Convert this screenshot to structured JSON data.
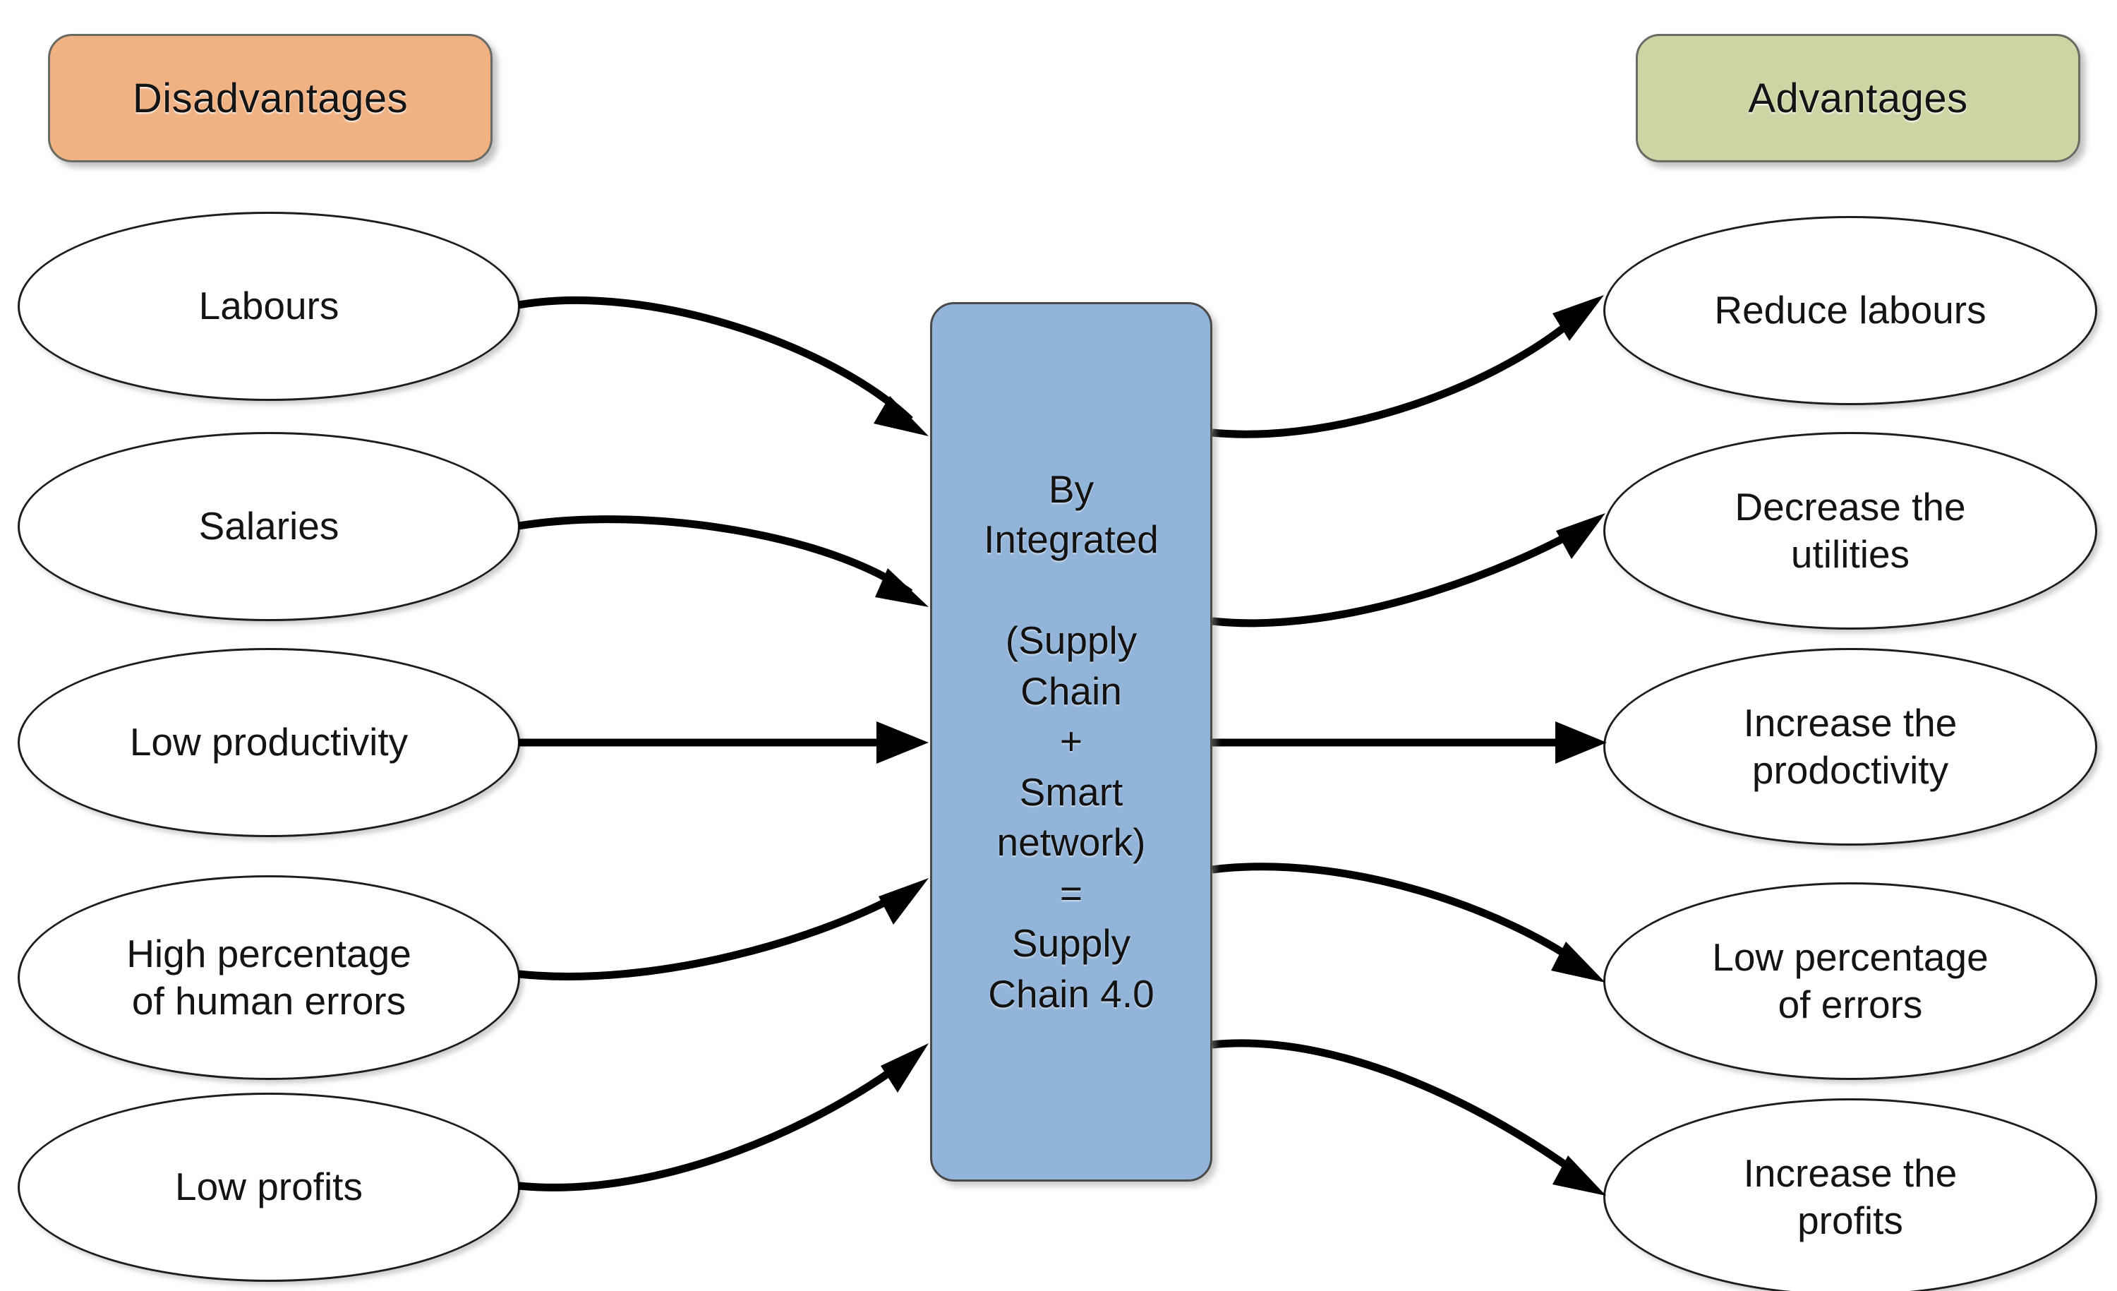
{
  "diagram": {
    "title_left": "Disadvantages",
    "title_right": "Advantages",
    "center_text": "By\nIntegrated\n\n(Supply\nChain\n+\nSmart\nnetwork)\n=\nSupply\nChain 4.0",
    "background_color": "#ffffff",
    "colors": {
      "disadvantages_fill": "#f0b183",
      "advantages_fill": "#ccd5a4",
      "center_fill": "#92b4d9",
      "node_fill": "#ffffff",
      "node_stroke": "#1d1d1d",
      "arrow_color": "#000000"
    }
  },
  "left_column": {
    "heading": "Disadvantages",
    "nodes": [
      {
        "id": "labours",
        "label": "Labours"
      },
      {
        "id": "salaries",
        "label": "Salaries"
      },
      {
        "id": "low-productivity",
        "label": "Low productivity"
      },
      {
        "id": "human-errors",
        "label": "High percentage\nof human errors"
      },
      {
        "id": "low-profits",
        "label": "Low profits"
      }
    ]
  },
  "right_column": {
    "heading": "Advantages",
    "nodes": [
      {
        "id": "reduce-labours",
        "label": "Reduce labours"
      },
      {
        "id": "decrease-utilities",
        "label": "Decrease the\nutilities"
      },
      {
        "id": "increase-productivity",
        "label": "Increase the\nprodoctivity"
      },
      {
        "id": "low-errors",
        "label": "Low percentage\nof errors"
      },
      {
        "id": "increase-profits",
        "label": "Increase the\nprofits"
      }
    ]
  },
  "center_node": {
    "id": "supply-chain-4-0",
    "line1": "By",
    "line2": "Integrated",
    "line3": "(Supply",
    "line4": "Chain",
    "line5": "+",
    "line6": "Smart",
    "line7": "network)",
    "line8": "=",
    "line9": "Supply",
    "line10": "Chain 4.0",
    "text": "By\nIntegrated\n\n(Supply\nChain\n+\nSmart\nnetwork)\n=\nSupply\nChain 4.0"
  },
  "edges": [
    {
      "id": "edge-labours-to-center",
      "from": "labours",
      "to": "supply-chain-4-0",
      "direction": "right"
    },
    {
      "id": "edge-salaries-to-center",
      "from": "salaries",
      "to": "supply-chain-4-0",
      "direction": "right"
    },
    {
      "id": "edge-low-productivity-to-center",
      "from": "low-productivity",
      "to": "supply-chain-4-0",
      "direction": "right"
    },
    {
      "id": "edge-human-errors-to-center",
      "from": "human-errors",
      "to": "supply-chain-4-0",
      "direction": "right"
    },
    {
      "id": "edge-low-profits-to-center",
      "from": "low-profits",
      "to": "supply-chain-4-0",
      "direction": "right"
    },
    {
      "id": "edge-center-to-reduce-labours",
      "from": "supply-chain-4-0",
      "to": "reduce-labours",
      "direction": "right"
    },
    {
      "id": "edge-center-to-decrease-utilities",
      "from": "supply-chain-4-0",
      "to": "decrease-utilities",
      "direction": "right"
    },
    {
      "id": "edge-center-to-increase-productivity",
      "from": "supply-chain-4-0",
      "to": "increase-productivity",
      "direction": "right"
    },
    {
      "id": "edge-center-to-low-errors",
      "from": "supply-chain-4-0",
      "to": "low-errors",
      "direction": "right"
    },
    {
      "id": "edge-center-to-increase-profits",
      "from": "supply-chain-4-0",
      "to": "increase-profits",
      "direction": "right"
    }
  ]
}
